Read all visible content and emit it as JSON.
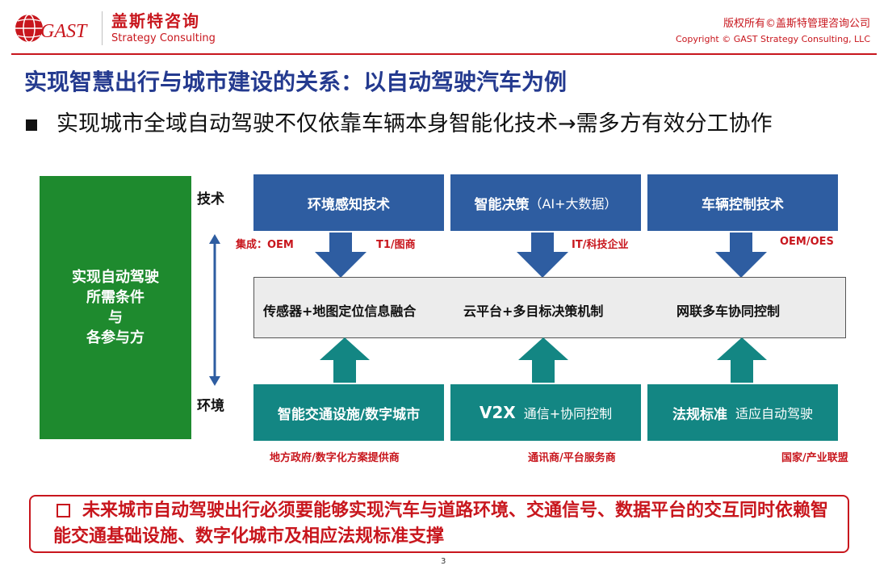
{
  "header": {
    "logo_text": "GAST",
    "brand_cn": "盖斯特咨询",
    "brand_en": "Strategy Consulting",
    "copyright_cn": "版权所有©盖斯特管理咨询公司",
    "copyright_en": "Copyright © GAST Strategy Consulting, LLC"
  },
  "title": "实现智慧出行与城市建设的关系：以自动驾驶汽车为例",
  "bullet": "实现城市全域自动驾驶不仅依靠车辆本身智能化技术→需多方有效分工协作",
  "green_panel": [
    "实现自动驾驶",
    "所需条件",
    "与",
    "各参与方"
  ],
  "labels": {
    "tech": "技术",
    "env": "环境"
  },
  "top_boxes": [
    {
      "label": "环境感知技术",
      "sub": ""
    },
    {
      "label": "智能决策",
      "sub": "（AI+大数据）"
    },
    {
      "label": "车辆控制技术",
      "sub": ""
    }
  ],
  "top_notes": {
    "integration": "集成：OEM",
    "t1": "T1/图商",
    "it": "IT/科技企业",
    "oem": "OEM/OES"
  },
  "middle_items": [
    "传感器+地图定位信息融合",
    "云平台+多目标决策机制",
    "网联多车协同控制"
  ],
  "bottom_boxes": [
    {
      "label": "智能交通设施/数字城市",
      "sub": ""
    },
    {
      "label": "V2X",
      "sub": "通信+协同控制"
    },
    {
      "label": "法规标准",
      "sub": "适应自动驾驶"
    }
  ],
  "bottom_notes": [
    "地方政府/数字化方案提供商",
    "通讯商/平台服务商",
    "国家/产业联盟"
  ],
  "conclusion": "未来城市自动驾驶出行必须要能够实现汽车与道路环境、交通信号、数据平台的交互同时依赖智能交通基础设施、数字化城市及相应法规标准支撑",
  "page_number": "3",
  "colors": {
    "brand_red": "#c8161d",
    "title_blue": "#243a8f",
    "box_blue": "#2e5da1",
    "box_teal": "#138683",
    "panel_green": "#1e8a2e"
  }
}
